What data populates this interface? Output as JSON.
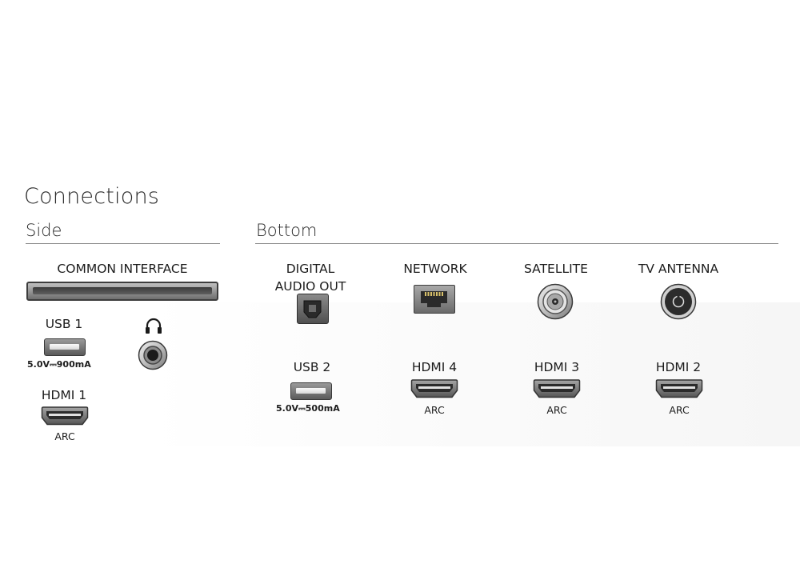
{
  "title": "Connections",
  "side": {
    "heading": "Side",
    "common_interface": "COMMON INTERFACE",
    "usb1": {
      "label": "USB 1",
      "spec": "5.0V⎓900mA"
    },
    "headphone_icon": "headphone-icon",
    "hdmi1": {
      "label": "HDMI 1",
      "sub": "ARC"
    }
  },
  "bottom": {
    "heading": "Bottom",
    "digital_audio": {
      "line1": "DIGITAL",
      "line2": "AUDIO OUT"
    },
    "network": "NETWORK",
    "satellite": "SATELLITE",
    "tv_antenna": "TV ANTENNA",
    "usb2": {
      "label": "USB 2",
      "spec": "5.0V⎓500mA"
    },
    "hdmi4": {
      "label": "HDMI 4",
      "sub": "ARC"
    },
    "hdmi3": {
      "label": "HDMI 3",
      "sub": "ARC"
    },
    "hdmi2": {
      "label": "HDMI 2",
      "sub": "ARC"
    }
  }
}
